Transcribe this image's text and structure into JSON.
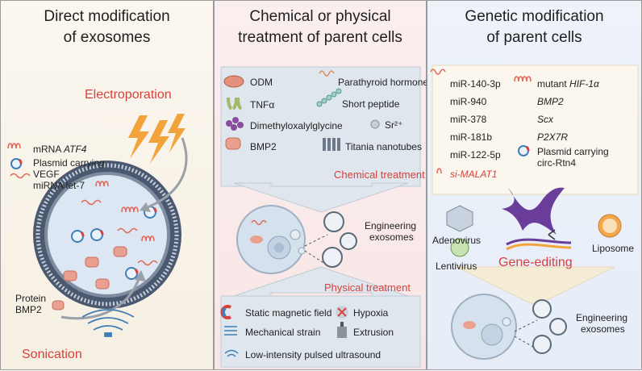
{
  "panel1": {
    "title_l1": "Direct modification",
    "title_l2": "of exosomes",
    "electroporation": "Electroporation",
    "mrna_prefix": "mRNA",
    "mrna_gene": "ATF4",
    "plasmid_l1": "Plasmid carrying",
    "plasmid_l2": "VEGF",
    "mirna": "miRNA let-7",
    "protein_l1": "Protein",
    "protein_l2": "BMP2",
    "sonication": "Sonication"
  },
  "panel2": {
    "title_l1": "Chemical or physical",
    "title_l2": "treatment of parent cells",
    "chemical_items": {
      "odm": "ODM",
      "pth": "Parathyroid hormone",
      "tnf": "TNFα",
      "peptide": "Short peptide",
      "dmog": "Dimethyloxalylglycine",
      "sr": "Sr²⁺",
      "bmp2": "BMP2",
      "titania": "Titania nanotubes"
    },
    "chemical_label": "Chemical treatment",
    "engineering_l1": "Engineering",
    "engineering_l2": "exosomes",
    "physical_label": "Physical treatment",
    "physical_items": {
      "magnetic": "Static magnetic field",
      "hypoxia": "Hypoxia",
      "strain": "Mechanical strain",
      "extrusion": "Extrusion",
      "ultrasound": "Low-intensity pulsed ultrasound"
    }
  },
  "panel3": {
    "title_l1": "Genetic modification",
    "title_l2": "of parent cells",
    "mirnas": [
      "miR-140-3p",
      "miR-940",
      "miR-378",
      "miR-181b",
      "miR-122-5p"
    ],
    "si_malat": "si-MALAT1",
    "mutant_prefix": "mutant",
    "mutant_gene": "HIF-1α",
    "genes": [
      "BMP2",
      "Scx",
      "P2X7R"
    ],
    "plasmid_l1": "Plasmid carrying",
    "plasmid_l2": "circ-Rtn4",
    "adenovirus": "Adenovirus",
    "lentivirus": "Lentivirus",
    "liposome": "Liposome",
    "gene_editing": "Gene-editing",
    "engineering_l1": "Engineering",
    "engineering_l2": "exosomes"
  },
  "colors": {
    "accent_red": "#d9403a",
    "bolt": "#f2a33a",
    "chromosome": "#6a3d9a",
    "liposome": "#f3a64c"
  }
}
